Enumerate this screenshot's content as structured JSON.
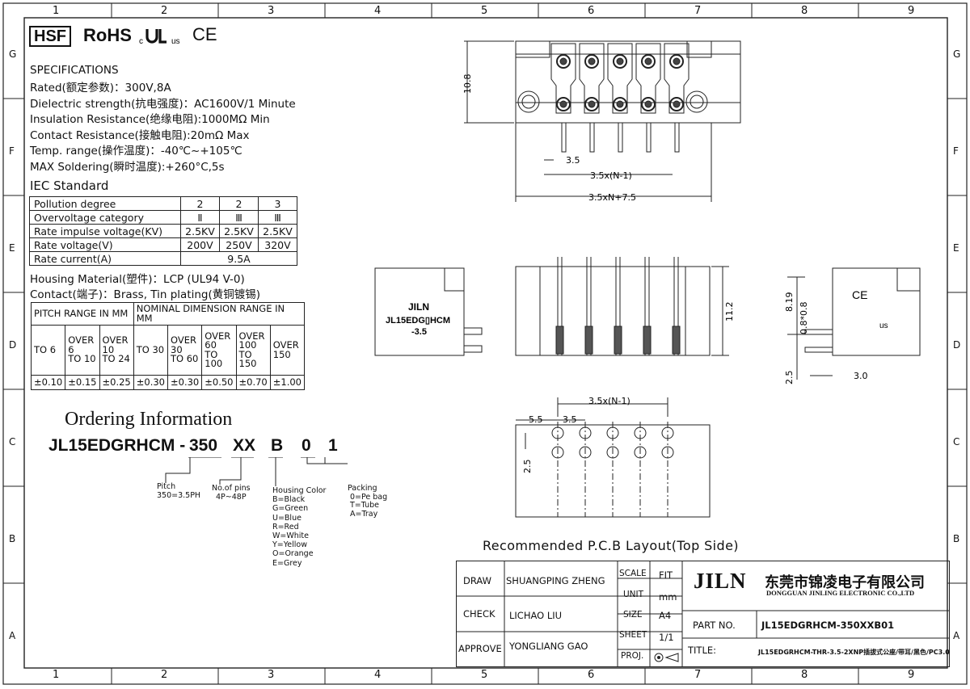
{
  "border": {
    "cols": [
      "1",
      "2",
      "3",
      "4",
      "5",
      "6",
      "7",
      "8",
      "9"
    ],
    "rows": [
      "G",
      "F",
      "E",
      "D",
      "C",
      "B",
      "A"
    ]
  },
  "certs": {
    "hsf": "HSF",
    "rohs": "RoHS",
    "ul": "c us",
    "ce": "CE"
  },
  "specs": {
    "title": "SPECIFICATIONS",
    "lines": [
      "Rated(额定参数)：300V,8A",
      "Dielectric strength(抗电强度)：AC1600V/1 Minute",
      "Insulation Resistance(绝缘电阻):1000MΩ Min",
      "Contact Resistance(接触电阻):20mΩ Max",
      "Temp. range(操作温度)：-40℃~+105℃",
      "MAX Soldering(瞬时温度):+260°C,5s"
    ]
  },
  "iec": {
    "title": "IEC Standard",
    "rows": [
      {
        "label": "Pollution degree",
        "v": [
          "2",
          "2",
          "3"
        ]
      },
      {
        "label": "Overvoltage category",
        "v": [
          "Ⅱ",
          "Ⅲ",
          "Ⅲ"
        ]
      },
      {
        "label": "Rate impulse voltage(KV)",
        "v": [
          "2.5KV",
          "2.5KV",
          "2.5KV"
        ]
      },
      {
        "label": "Rate voltage(V)",
        "v": [
          "200V",
          "250V",
          "320V"
        ]
      },
      {
        "label": "Rate current(A)",
        "span": "9.5A"
      }
    ]
  },
  "material": {
    "housing": "Housing Material(塑件)：LCP (UL94 V-0)",
    "contact": "Contact(端子)：Brass, Tin plating(黄铜镀锡)"
  },
  "tolerance": {
    "pitch_head": "PITCH RANGE IN MM",
    "nominal_head": "NOMINAL DIMENSION RANGE IN MM",
    "ranges": [
      "TO 6",
      "OVER 6 TO 10",
      "OVER 10 TO 24",
      "TO 30",
      "OVER 30 TO 60",
      "OVER 60 TO 100",
      "OVER 100 TO 150",
      "OVER 150"
    ],
    "values": [
      "±0.10",
      "±0.15",
      "±0.25",
      "±0.30",
      "±0.30",
      "±0.50",
      "±0.70",
      "±1.00"
    ]
  },
  "ordering": {
    "title": "Ordering Information",
    "part": "JL15EDGRHCM -",
    "codes": [
      "350",
      "XX",
      "B",
      "0",
      "1"
    ],
    "pitch": [
      "Pitch",
      "350=3.5PH"
    ],
    "pins": [
      "No.of pins",
      "4P~48P"
    ],
    "color": [
      "Housing Color",
      "B=Black",
      "G=Green",
      "U=Blue",
      "R=Red",
      "W=White",
      "Y=Yellow",
      "O=Orange",
      "E=Grey"
    ],
    "packing": [
      "Packing",
      "0=Pe bag",
      "T=Tube",
      "A=Tray"
    ]
  },
  "drawing": {
    "dim_108": "10.8",
    "dim_35": "3.5",
    "dim_n1": "3.5x(N-1)",
    "dim_n75": "3.5xN+7.5",
    "dim_112": "11.2",
    "dim_819": "8.19",
    "dim_08": "0.8*0.8",
    "dim_25": "2.5",
    "dim_30": "3.0",
    "dim_55": "5.5",
    "side_brand": "JILN",
    "side_model": "JL15EDG▯HCM",
    "side_pitch": "-3.5",
    "ce": "CE",
    "ul": "us",
    "pcb_title": "Recommended P.C.B Layout(Top Side)"
  },
  "titleblock": {
    "draw_label": "DRAW",
    "draw_name": "SHUANGPING ZHENG",
    "check_label": "CHECK",
    "check_name": "LICHAO   LIU",
    "approve_label": "APPROVE",
    "approve_name": "YONGLIANG GAO",
    "scale_label": "SCALE",
    "scale_val": "FIT",
    "unit_label": "UNIT",
    "unit_val": "mm",
    "size_label": "SIZE",
    "size_val": "A4",
    "sheet_label": "SHEET",
    "sheet_val": "1/1",
    "proj_label": "PROJ.",
    "logo": "JILN",
    "company_cn": "东莞市锦凌电子有限公司",
    "company_en": "DONGGUAN JINLING ELECTRONIC CO.,LTD",
    "partno_label": "PART NO.",
    "partno_val": "JL15EDGRHCM-350XXB01",
    "title_label": "TITLE:",
    "title_val": "JL15EDGRHCM-THR-3.5-2XNP插拔式公座/带耳/黑色/PC3.0"
  }
}
